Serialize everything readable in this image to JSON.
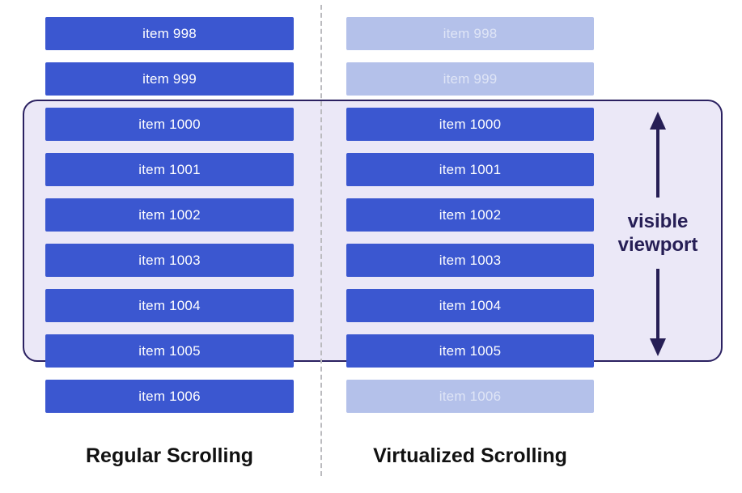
{
  "colors": {
    "page-bg": "#ffffff",
    "bar-blue": "#3b57d0",
    "bar-text": "#ffffff",
    "faded-bar": "#b4c1ea",
    "faded-text": "#dfe5f6",
    "viewport-bg": "#ebe8f7",
    "viewport-border": "#2b2161",
    "accent-dark": "#261e55",
    "divider-gray": "#bbbbbf",
    "label-black": "#111111"
  },
  "columns": {
    "regular": {
      "title": "Regular Scrolling",
      "items": [
        {
          "label": "item 998",
          "state": "normal"
        },
        {
          "label": "item 999",
          "state": "normal"
        },
        {
          "label": "item 1000",
          "state": "normal"
        },
        {
          "label": "item 1001",
          "state": "normal"
        },
        {
          "label": "item 1002",
          "state": "normal"
        },
        {
          "label": "item 1003",
          "state": "normal"
        },
        {
          "label": "item 1004",
          "state": "normal"
        },
        {
          "label": "item 1005",
          "state": "normal"
        },
        {
          "label": "item 1006",
          "state": "normal"
        }
      ]
    },
    "virtualized": {
      "title": "Virtualized Scrolling",
      "items": [
        {
          "label": "item 998",
          "state": "faded"
        },
        {
          "label": "item 999",
          "state": "faded"
        },
        {
          "label": "item 1000",
          "state": "normal"
        },
        {
          "label": "item 1001",
          "state": "normal"
        },
        {
          "label": "item 1002",
          "state": "normal"
        },
        {
          "label": "item 1003",
          "state": "normal"
        },
        {
          "label": "item 1004",
          "state": "normal"
        },
        {
          "label": "item 1005",
          "state": "normal"
        },
        {
          "label": "item 1006",
          "state": "faded"
        }
      ]
    }
  },
  "viewport": {
    "label_line1": "visible",
    "label_line2": "viewport"
  }
}
